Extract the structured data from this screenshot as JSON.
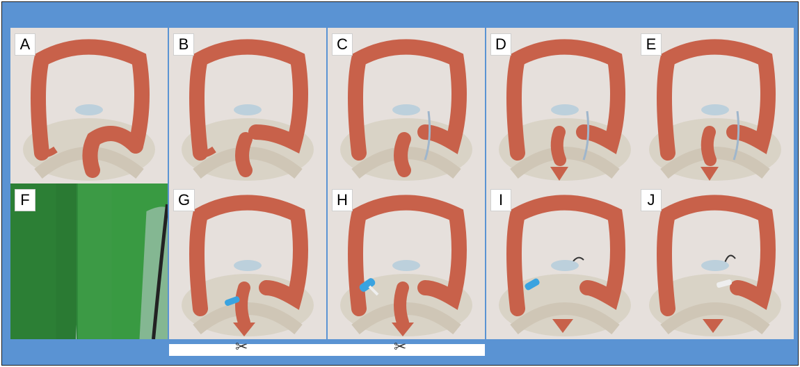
{
  "figure": {
    "panels": [
      {
        "label": "A"
      },
      {
        "label": "B"
      },
      {
        "label": "C"
      },
      {
        "label": "D"
      },
      {
        "label": "E"
      },
      {
        "label": "F"
      },
      {
        "label": "G"
      },
      {
        "label": "H"
      },
      {
        "label": "I"
      },
      {
        "label": "J"
      }
    ]
  },
  "colors": {
    "background": "#5a93d3",
    "colon": "#c8614a",
    "panel_bg": "#e8e2de",
    "device": "#3aa3e0",
    "drape": "#2e8a3a"
  },
  "icons": [
    "scissors-icon",
    "colon-illustration",
    "stapler-device-icon"
  ]
}
